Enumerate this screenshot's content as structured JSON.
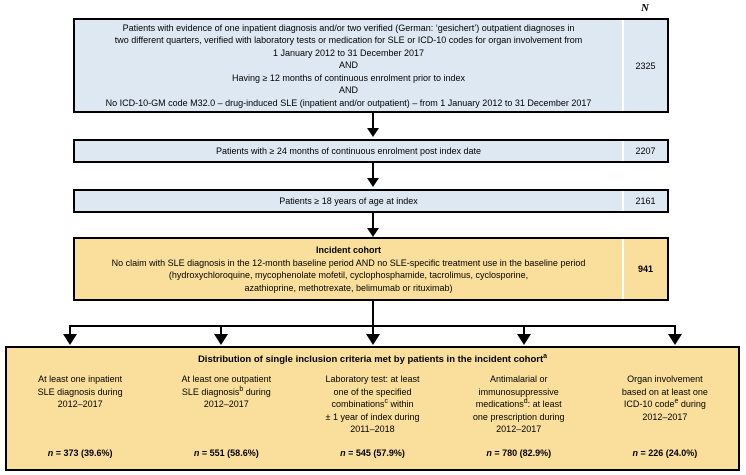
{
  "header": {
    "n_label": "N"
  },
  "steps": [
    {
      "id": "step-eligibility",
      "color": "#dde8f2",
      "n": "2325",
      "lines": [
        "Patients with evidence of one inpatient diagnosis and/or two verified (German: ‘gesichert’) outpatient diagnoses in",
        "two different quarters, verified with laboratory tests or medication for SLE or ICD-10 codes for organ involvement from",
        "1 January 2012 to 31 December 2017",
        "AND",
        "Having ≥ 12 months of continuous enrolment prior to index",
        "AND",
        "No ICD-10-GM code M32.0 – drug-induced SLE (inpatient and/or outpatient) – from 1 January 2012 to 31 December 2017"
      ]
    },
    {
      "id": "step-enrolment-post-index",
      "color": "#dde8f2",
      "n": "2207",
      "lines": [
        "Patients with ≥ 24 months of continuous enrolment post index date"
      ]
    },
    {
      "id": "step-age",
      "color": "#dde8f2",
      "n": "2161",
      "lines": [
        "Patients ≥ 18 years of age at index"
      ]
    },
    {
      "id": "step-incident-cohort",
      "color": "#fadf9c",
      "n": "941",
      "title": "Incident cohort",
      "lines": [
        "No claim with SLE diagnosis in the 12-month baseline period AND no SLE-specific treatment use in the baseline period",
        "(hydroxychloroquine, mycophenolate mofetil, cyclophosphamide, tacrolimus, cyclosporine,",
        "azathioprine, methotrexate, belimumab or rituximab)"
      ]
    }
  ],
  "distribution": {
    "title": "Distribution of single inclusion criteria met by patients in the incident cohort",
    "title_superscript": "a",
    "columns": [
      {
        "id": "dist-inpatient",
        "lines": [
          "At least one inpatient",
          "SLE diagnosis during",
          "2012–2017"
        ],
        "n": "n = 373 (39.6%)"
      },
      {
        "id": "dist-outpatient",
        "lines": [
          "At least one outpatient",
          "SLE diagnosis",
          "2012–2017"
        ],
        "superscript_line_index": 1,
        "superscript": "b",
        "superscript_suffix": " during",
        "n": "n = 551 (58.6%)"
      },
      {
        "id": "dist-laboratory",
        "lines": [
          "Laboratory test: at least",
          "one of the specified",
          "combinations",
          "± 1 year of index during",
          "2011–2018"
        ],
        "superscript_line_index": 2,
        "superscript": "c",
        "superscript_suffix": " within",
        "n": "n = 545 (57.9%)"
      },
      {
        "id": "dist-medications",
        "lines": [
          "Antimalarial or",
          "immunosuppressive",
          "medications",
          "one prescription during",
          "2012–2017"
        ],
        "superscript_line_index": 2,
        "superscript": "d",
        "superscript_suffix": ": at least",
        "n": "n = 780 (82.9%)"
      },
      {
        "id": "dist-organ",
        "lines": [
          "Organ involvement",
          "based on at least one",
          "ICD-10 code",
          "2012–2017"
        ],
        "superscript_line_index": 2,
        "superscript": "e",
        "superscript_suffix": " during",
        "n": "n = 226 (24.0%)"
      }
    ]
  }
}
